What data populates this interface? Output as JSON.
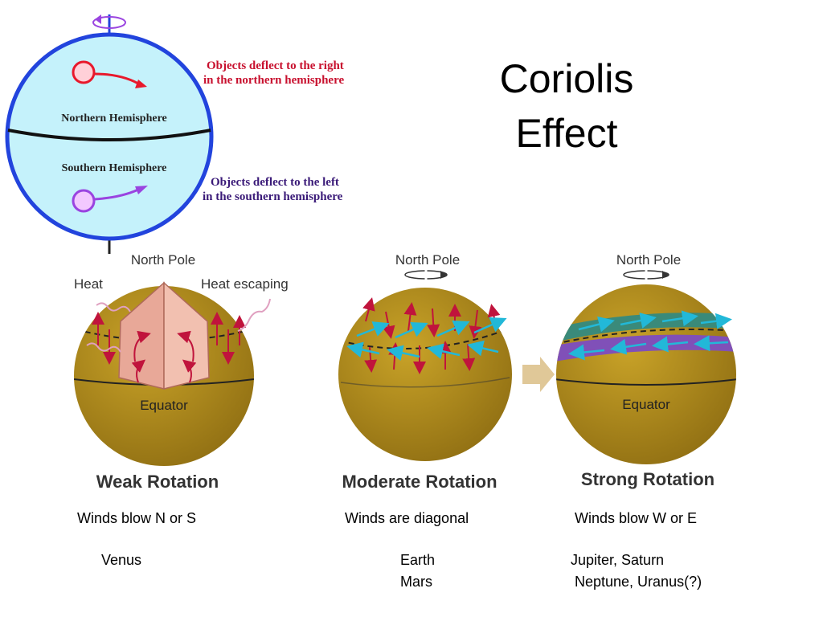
{
  "title": {
    "line1": "Coriolis",
    "line2": "Effect"
  },
  "globe": {
    "northern_label": "Northern Hemisphere",
    "southern_label": "Southern Hemisphere",
    "north_note_line1": "Objects deflect to the right",
    "north_note_line2": "in the northern hemisphere",
    "south_note_line1": "Objects deflect to the left",
    "south_note_line2": "in the southern hemisphere",
    "colors": {
      "outline": "#2244dd",
      "north_arrow": "#e8192c",
      "south_arrow": "#9a44e0",
      "north_note": "#c8102e",
      "south_note": "#3a1a78"
    }
  },
  "planets": [
    {
      "north_pole": "North Pole",
      "heat": "Heat",
      "heat_escaping": "Heat escaping",
      "equator": "Equator",
      "caption": "Weak Rotation",
      "winds": "Winds blow N or S",
      "examples": [
        "Venus"
      ]
    },
    {
      "north_pole": "North Pole",
      "caption": "Moderate Rotation",
      "winds": "Winds are diagonal",
      "examples": [
        "Earth",
        "Mars"
      ]
    },
    {
      "north_pole": "North Pole",
      "equator": "Equator",
      "caption": "Strong Rotation",
      "winds": "Winds blow W or E",
      "examples": [
        "Jupiter, Saturn",
        " Neptune, Uranus(?)"
      ]
    }
  ],
  "colors": {
    "planet": "#b08a1a",
    "planet_dark": "#8a6a10",
    "wind_red": "#c0143c",
    "wind_cyan": "#22b8d8",
    "band_teal": "#3a8a7a",
    "band_purple": "#8050b8"
  }
}
